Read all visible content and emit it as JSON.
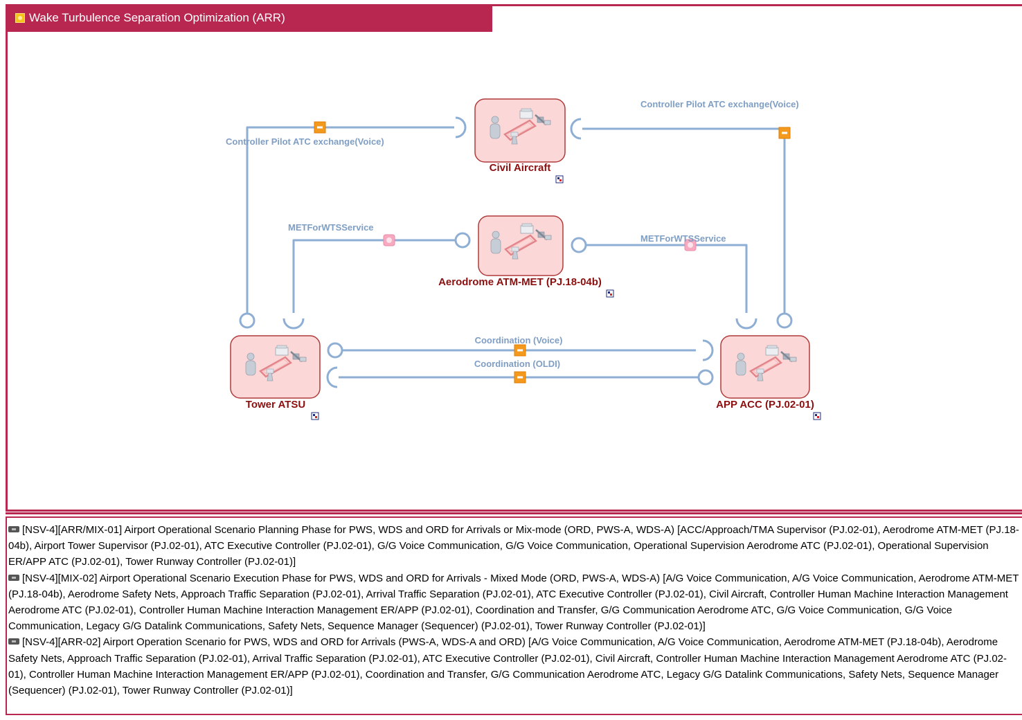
{
  "diagram": {
    "title": "Wake Turbulence Separation Optimization (ARR)",
    "nodes": {
      "civil_aircraft": "Civil Aircraft",
      "aerodrome_met": "Aerodrome ATM-MET (PJ.18-04b)",
      "tower_atsu": "Tower ATSU",
      "app_acc": "APP ACC (PJ.02-01)"
    },
    "edges": {
      "voice_left": "Controller Pilot ATC exchange(Voice)",
      "voice_right": "Controller Pilot ATC exchange(Voice)",
      "met_left": "METForWTSService",
      "met_right": "METForWTSService",
      "coord_voice": "Coordination (Voice)",
      "coord_oldi": "Coordination (OLDI)"
    },
    "colors": {
      "frame": "#b8274f",
      "connector": "#8eaed4",
      "node_fill": "#fbd7d7",
      "node_border": "#b03a3a",
      "label": "#7f9ec4",
      "node_label": "#8b0f0f",
      "exchange_marker": "#f39a1e"
    }
  },
  "references": [
    "[NSV-4][ARR/MIX-01] Airport Operational Scenario Planning Phase for PWS, WDS and ORD for Arrivals or Mix-mode (ORD, PWS-A, WDS-A) [ACC/Approach/TMA Supervisor (PJ.02-01), Aerodrome ATM-MET (PJ.18-04b), Airport Tower Supervisor (PJ.02-01), ATC Executive Controller (PJ.02-01), G/G Voice Communication, G/G Voice Communication, Operational Supervision Aerodrome ATC (PJ.02-01), Operational Supervision ER/APP ATC (PJ.02-01), Tower Runway Controller (PJ.02-01)]",
    "[NSV-4][MIX-02] Airport Operational Scenario Execution Phase for PWS, WDS and ORD for Arrivals - Mixed Mode (ORD, PWS-A, WDS-A) [A/G Voice Communication, A/G Voice Communication, Aerodrome ATM-MET (PJ.18-04b), Aerodrome Safety Nets, Approach Traffic Separation (PJ.02-01), Arrival Traffic Separation (PJ.02-01), ATC Executive Controller (PJ.02-01), Civil Aircraft, Controller Human Machine Interaction Management Aerodrome ATC (PJ.02-01), Controller Human Machine Interaction Management ER/APP (PJ.02-01), Coordination and Transfer, G/G Communication Aerodrome ATC, G/G Voice Communication, G/G Voice Communication, Legacy G/G Datalink Communications, Safety Nets, Sequence Manager (Sequencer) (PJ.02-01), Tower Runway Controller (PJ.02-01)]",
    "[NSV-4][ARR-02] Airport Operation Scenario for PWS, WDS and ORD for Arrivals (PWS-A, WDS-A and ORD) [A/G Voice Communication, A/G Voice Communication, Aerodrome ATM-MET (PJ.18-04b), Aerodrome Safety Nets, Approach Traffic Separation (PJ.02-01), Arrival Traffic Separation (PJ.02-01), ATC Executive Controller (PJ.02-01), Civil Aircraft, Controller Human Machine Interaction Management Aerodrome ATC (PJ.02-01), Controller Human Machine Interaction Management ER/APP (PJ.02-01), Coordination and Transfer, G/G Communication Aerodrome ATC, Legacy G/G Datalink Communications, Safety Nets, Sequence Manager (Sequencer) (PJ.02-01), Tower Runway Controller (PJ.02-01)]"
  ]
}
